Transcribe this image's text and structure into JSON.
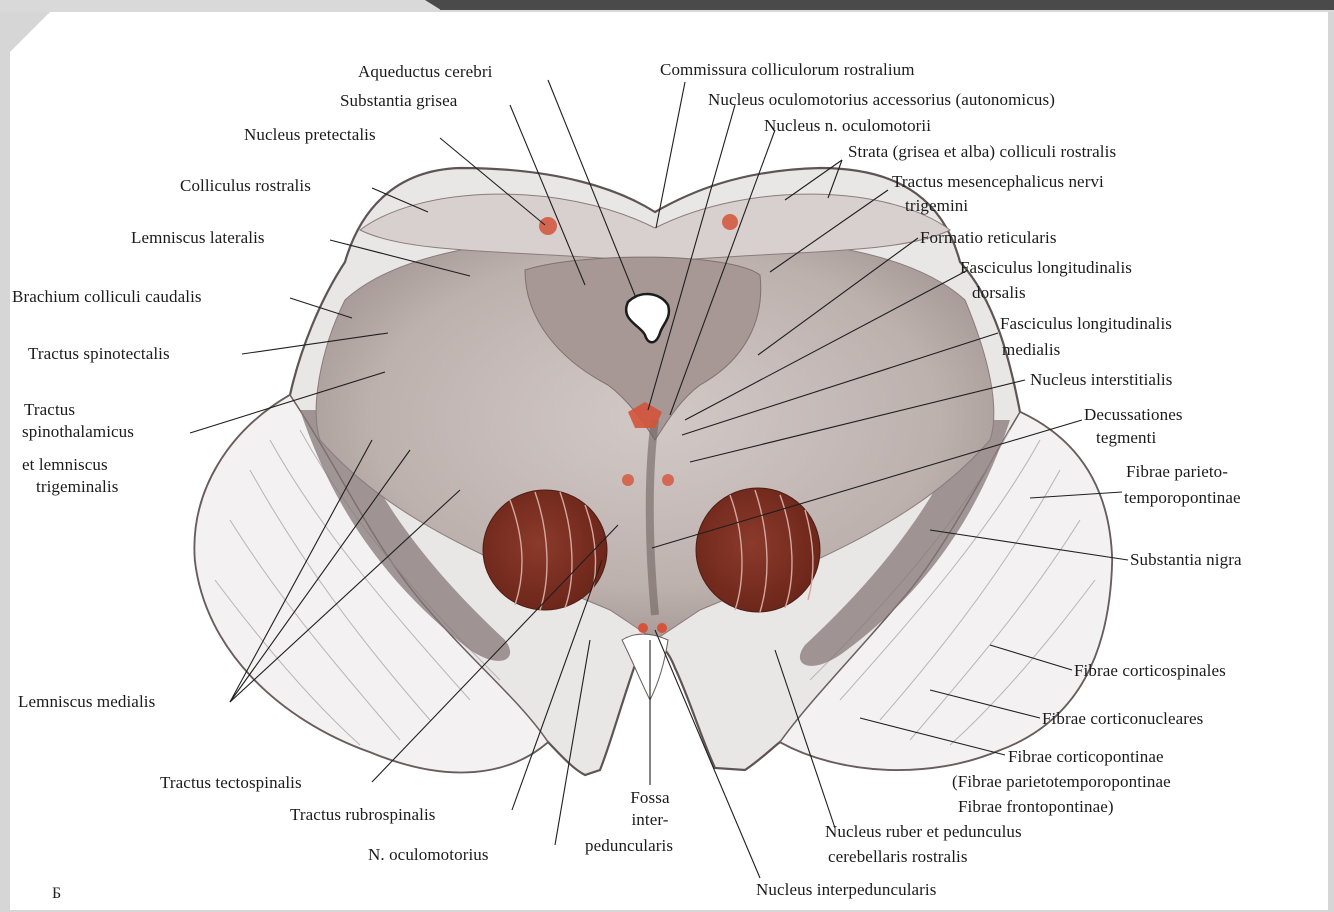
{
  "corner_letter": "Б",
  "labels": {
    "aqueductus_cerebri": "Aqueductus cerebri",
    "substantia_grisea": "Substantia grisea",
    "nucleus_pretectalis": "Nucleus pretectalis",
    "colliculus_rostralis": "Colliculus rostralis",
    "lemniscus_lateralis": "Lemniscus lateralis",
    "brachium_colliculi_caudalis": "Brachium colliculi caudalis",
    "tractus_spinotectalis": "Tractus spinotectalis",
    "tractus_spinothalamicus_1": "Tractus",
    "tractus_spinothalamicus_2": "spinothalamicus",
    "tractus_spinothalamicus_3": "et lemniscus",
    "tractus_spinothalamicus_4": "trigeminalis",
    "lemniscus_medialis": "Lemniscus medialis",
    "tractus_tectospinalis": "Tractus tectospinalis",
    "tractus_rubrospinalis": "Tractus rubrospinalis",
    "n_oculomotorius": "N. oculomotorius",
    "fossa_1": "Fossa",
    "fossa_2": "inter-",
    "fossa_3": "peduncularis",
    "nucleus_interpeduncularis": "Nucleus interpeduncularis",
    "nucleus_ruber_1": "Nucleus ruber et pedunculus",
    "nucleus_ruber_2": "cerebellaris rostralis",
    "fibrae_corticopontinae_1": "Fibrae corticopontinae",
    "fibrae_corticopontinae_2": "(Fibrae parietotemporopontinae",
    "fibrae_corticopontinae_3": "Fibrae frontopontinae)",
    "fibrae_corticonucleares": "Fibrae corticonucleares",
    "fibrae_corticospinales": "Fibrae corticospinales",
    "substantia_nigra": "Substantia nigra",
    "fibrae_parieto_1": "Fibrae parieto-",
    "fibrae_parieto_2": "temporopontinae",
    "decussationes_1": "Decussationes",
    "decussationes_2": "tegmenti",
    "nucleus_interstitialis": "Nucleus interstitialis",
    "flm_1": "Fasciculus longitudinalis",
    "flm_2": "medialis",
    "fld_1": "Fasciculus longitudinalis",
    "fld_2": "dorsalis",
    "formatio_reticularis": "Formatio reticularis",
    "tractus_mesencephalicus_1": "Tractus mesencephalicus nervi",
    "tractus_mesencephalicus_2": "trigemini",
    "strata": "Strata (grisea et alba) colliculi rostralis",
    "nucleus_n_oculomotorii": "Nucleus n. oculomotorii",
    "nucleus_oculomotorius_accessorius": "Nucleus oculomotorius accessorius (autonomicus)",
    "commissura": "Commissura colliculorum rostralium"
  }
}
